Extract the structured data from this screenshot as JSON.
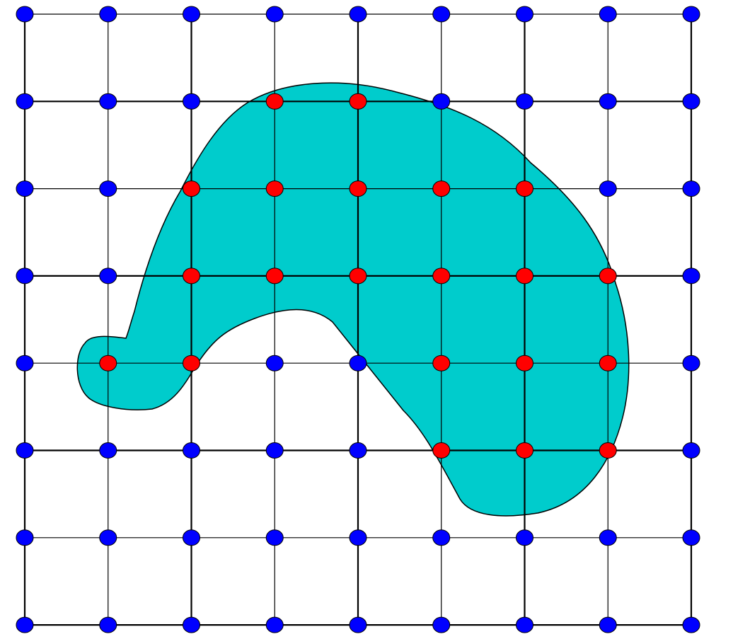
{
  "diagram": {
    "type": "grid-point-classification",
    "grid": {
      "columns": 9,
      "rows": 8
    },
    "region": {
      "fill": "#00CCCC",
      "stroke": "#000000"
    },
    "colors": {
      "background": "#FFFFFF",
      "grid_line": "#000000",
      "outside_point": "#0000FF",
      "inside_point": "#FF0000",
      "point_outline": "#000000"
    },
    "inside_points": [
      [
        3,
        1
      ],
      [
        4,
        1
      ],
      [
        2,
        2
      ],
      [
        3,
        2
      ],
      [
        4,
        2
      ],
      [
        5,
        2
      ],
      [
        6,
        2
      ],
      [
        2,
        3
      ],
      [
        3,
        3
      ],
      [
        4,
        3
      ],
      [
        5,
        3
      ],
      [
        6,
        3
      ],
      [
        7,
        3
      ],
      [
        1,
        4
      ],
      [
        2,
        4
      ],
      [
        5,
        4
      ],
      [
        6,
        4
      ],
      [
        7,
        4
      ],
      [
        5,
        5
      ],
      [
        6,
        5
      ],
      [
        7,
        5
      ]
    ]
  }
}
